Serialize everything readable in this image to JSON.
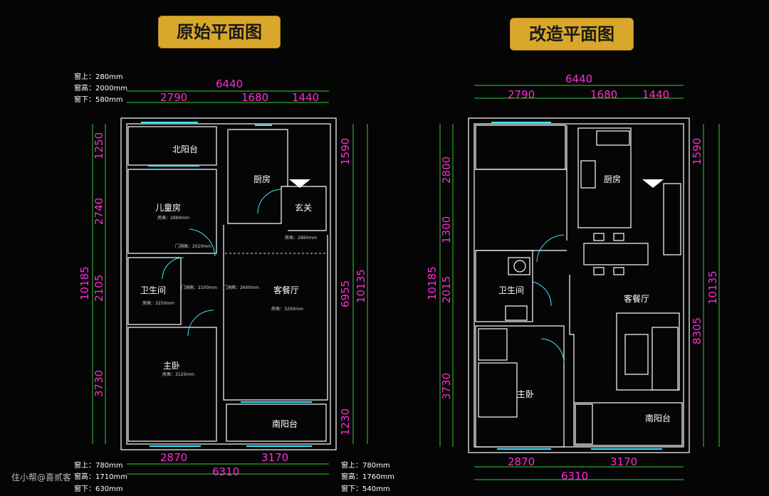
{
  "titles": {
    "original": "原始平面图",
    "renovated": "改造平面图"
  },
  "original": {
    "dims_top": {
      "total": "6440",
      "a": "2790",
      "b": "1680",
      "c": "1440"
    },
    "dims_bottom": {
      "total": "6310",
      "a": "2870",
      "b": "3170"
    },
    "dims_left": {
      "total": "10185",
      "a": "1250",
      "b": "2740",
      "c": "2105",
      "d": "3730"
    },
    "dims_right": {
      "total": "10135",
      "a": "1590",
      "b": "6955",
      "c": "1230"
    },
    "rooms": {
      "north_balcony": "北阳台",
      "kids_room": "儿童房",
      "kitchen": "厨房",
      "entrance": "玄关",
      "bathroom": "卫生间",
      "living_dining": "客餐厅",
      "master": "主卧",
      "south_balcony": "南阳台"
    },
    "notes": {
      "kids_h": "房高：2890mm",
      "door1": "门洞高：2020mm",
      "door2": "门洞高：2100mm",
      "door3": "门洞高：2600mm",
      "bath_h": "房高：3250mm",
      "living_h": "房高：3200mm",
      "entrance_h": "房高：2890mm",
      "master_h": "房高：3120mm"
    },
    "window_top": {
      "l1": "窗上：280mm",
      "l2": "窗高：2000mm",
      "l3": "窗下：580mm"
    },
    "window_bottom_left": {
      "l1": "窗上：780mm",
      "l2": "窗高：1710mm",
      "l3": "窗下：630mm"
    },
    "window_bottom_right": {
      "l1": "窗上：780mm",
      "l2": "窗高：1760mm",
      "l3": "窗下：540mm"
    }
  },
  "renovated": {
    "dims_top": {
      "total": "6440",
      "a": "2790",
      "b": "1680",
      "c": "1440"
    },
    "dims_bottom": {
      "total": "6310",
      "a": "2870",
      "b": "3170"
    },
    "dims_left": {
      "total": "10185",
      "a": "2800",
      "b": "1300",
      "c": "2015",
      "d": "3730"
    },
    "dims_right": {
      "total": "10135",
      "a": "1590",
      "b": "8305"
    },
    "rooms": {
      "kitchen": "厨房",
      "bathroom": "卫生间",
      "living_dining": "客餐厅",
      "master": "主卧",
      "south_balcony": "南阳台"
    }
  },
  "watermark": "住小帮@喜贰客"
}
